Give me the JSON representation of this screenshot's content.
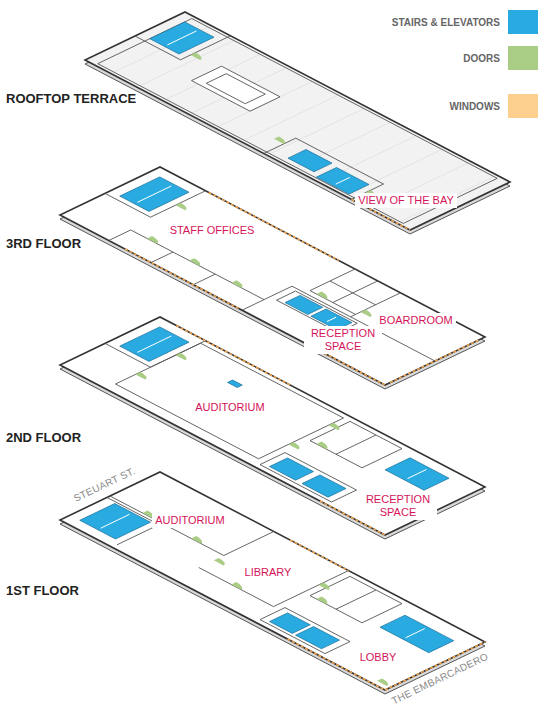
{
  "diagram": {
    "nodes": [
      {
        "text": [
          "VIEW OF THE BAY"
        ]
      },
      {
        "text": [
          "STAFF OFFICES"
        ]
      },
      {
        "text": [
          "RECEPTION SPACE"
        ]
      },
      {
        "text": [
          "BOARDROOM"
        ]
      },
      {
        "text": [
          "AUDITORIUM"
        ]
      },
      {
        "text": [
          "RECEPTION SPACE"
        ]
      },
      {
        "text": [
          "AUDITORIUM"
        ]
      },
      {
        "text": [
          "LIBRARY"
        ]
      },
      {
        "text": [
          "LOBBY"
        ]
      }
    ],
    "labels": [
      "ROOFTOP TERRACE",
      "3RD FLOOR",
      "2ND FLOOR",
      "1ST FLOOR",
      "STEUART ST.",
      "THE EMBARCADERO"
    ],
    "legend": [
      {
        "text": "STAIRS & ELEVATORS",
        "color": "#29abe2"
      },
      {
        "text": "DOORS",
        "color": "#a9cd85"
      },
      {
        "text": "WINDOWS",
        "color": "#fccf8e"
      }
    ]
  }
}
